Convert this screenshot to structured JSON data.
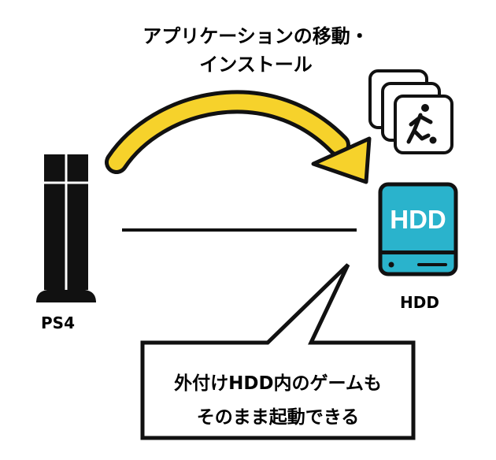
{
  "title": {
    "line1": "アプリケーションの移動・",
    "line2": "インストール"
  },
  "ps4": {
    "label": "PS4"
  },
  "hdd": {
    "badge_text": "HDD",
    "label": "HDD"
  },
  "app_cards": {
    "icon": "person-kicking-ball-icon"
  },
  "callout": {
    "line1": "外付けHDD内のゲームも",
    "line2": "そのまま起動できる"
  },
  "colors": {
    "arrow_fill": "#f6d22b",
    "hdd_body": "#2ab3cc",
    "outline": "#111111",
    "background": "#ffffff"
  }
}
